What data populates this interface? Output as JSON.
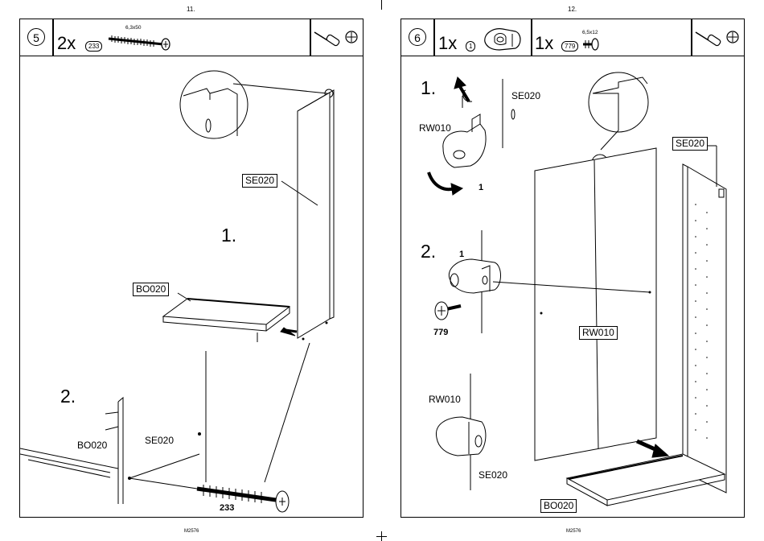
{
  "left_page": {
    "page_number": "11.",
    "step_number": "5",
    "header_qty": "2x",
    "header_part_ref": "233",
    "header_part_spec": "6,3x50",
    "sub_step_1": "1.",
    "sub_step_2": "2.",
    "label_se020_box": "SE020",
    "label_bo020_box": "BO020",
    "label_bo020": "BO020",
    "label_se020": "SE020",
    "label_part_233": "233",
    "footer_code": "M2576"
  },
  "right_page": {
    "page_number": "12.",
    "step_number": "6",
    "header_qty_1": "1x",
    "header_part_ref_1": "1",
    "header_qty_2": "1x",
    "header_part_ref_2": "779",
    "header_part_spec_2": "6,5x12",
    "sub_step_1": "1.",
    "sub_step_2": "2.",
    "label_se020_top": "SE020",
    "label_rw010_top": "RW010",
    "label_rotation": "1",
    "label_step2_ref": "1",
    "label_part_779": "779",
    "label_rw010_mid": "RW010",
    "label_se020_bottom": "SE020",
    "label_se020_box": "SE020",
    "label_rw010_box": "RW010",
    "label_bo020_box": "BO020",
    "footer_code": "M2576"
  },
  "icons": {
    "tool": "screwdriver-icon",
    "phillips": "phillips-head-icon",
    "screw_large": "screw-6-3x50-icon",
    "screw_small": "screw-6-5x12-icon",
    "bracket": "bracket-rw010-icon",
    "arrow": "assembly-arrow-icon"
  }
}
